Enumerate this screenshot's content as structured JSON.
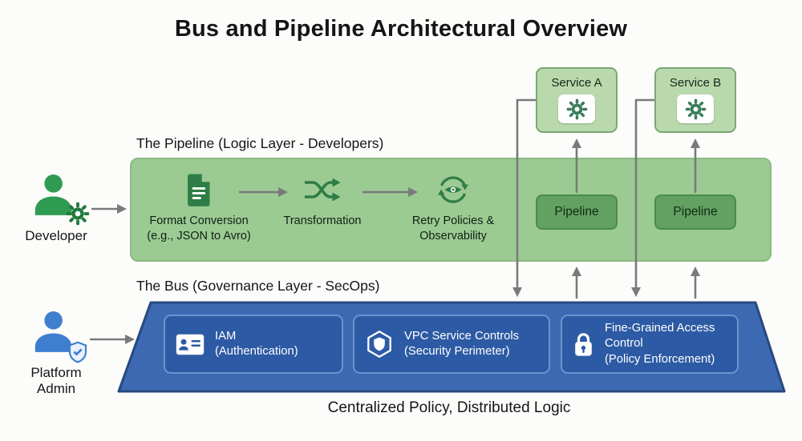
{
  "title": "Bus and Pipeline Architectural Overview",
  "caption": "Centralized Policy, Distributed Logic",
  "actors": {
    "developer": {
      "label": "Developer",
      "icon": "developer-person-gear-icon"
    },
    "platform_admin": {
      "label": "Platform Admin",
      "icon": "admin-person-shield-icon"
    }
  },
  "services": [
    {
      "label": "Service A",
      "icon": "gear-icon"
    },
    {
      "label": "Service B",
      "icon": "gear-icon"
    }
  ],
  "pipeline_layer": {
    "label": "The Pipeline (Logic Layer - Developers)",
    "steps": [
      {
        "icon": "document-icon",
        "line1": "Format Conversion",
        "line2": "(e.g., JSON to Avro)"
      },
      {
        "icon": "shuffle-icon",
        "line1": "Transformation",
        "line2": ""
      },
      {
        "icon": "retry-observability-icon",
        "line1": "Retry Policies &",
        "line2": "Observability"
      }
    ],
    "boxes": [
      {
        "label": "Pipeline"
      },
      {
        "label": "Pipeline"
      }
    ]
  },
  "bus_layer": {
    "label": "The Bus (Governance Layer - SecOps)",
    "controls": [
      {
        "icon": "id-card-icon",
        "title": "IAM",
        "subtitle": "(Authentication)"
      },
      {
        "icon": "hexagon-shield-icon",
        "title": "VPC Service Controls",
        "subtitle": "(Security Perimeter)"
      },
      {
        "icon": "lock-icon",
        "title": "Fine-Grained Access Control",
        "subtitle": "(Policy Enforcement)"
      }
    ]
  },
  "colors": {
    "background": "#fcfcfa",
    "band_green": "#9cca93",
    "band_green_border": "#8abb81",
    "pipeline_box": "#63a163",
    "pipeline_box_border": "#4a8a4e",
    "service_box": "#b9d9ac",
    "service_box_border": "#79a873",
    "icon_green": "#2e7d46",
    "gear_green": "#3a7d5c",
    "bus_blue": "#3d69b2",
    "bus_blue_border": "#27497f",
    "control_box": "#2d5aa4",
    "control_box_border": "#6a93cf",
    "actor_green": "#2f9b52",
    "actor_green_dark": "#1f7a3c",
    "actor_blue": "#3f7fd0",
    "arrow_gray": "#7a7a7a",
    "text_dark": "#151515",
    "text_on_green": "#0e2213",
    "text_on_blue": "#ffffff"
  }
}
